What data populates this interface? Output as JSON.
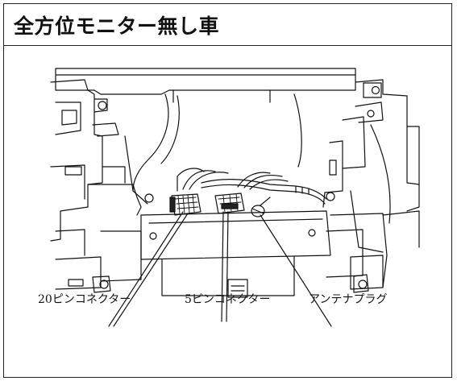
{
  "header": {
    "title": "全方位モニター無し車"
  },
  "callouts": {
    "connector_20pin": "20ピンコネクター",
    "connector_5pin": "5ピンコネクター",
    "antenna_plug": "アンテナプラグ"
  }
}
